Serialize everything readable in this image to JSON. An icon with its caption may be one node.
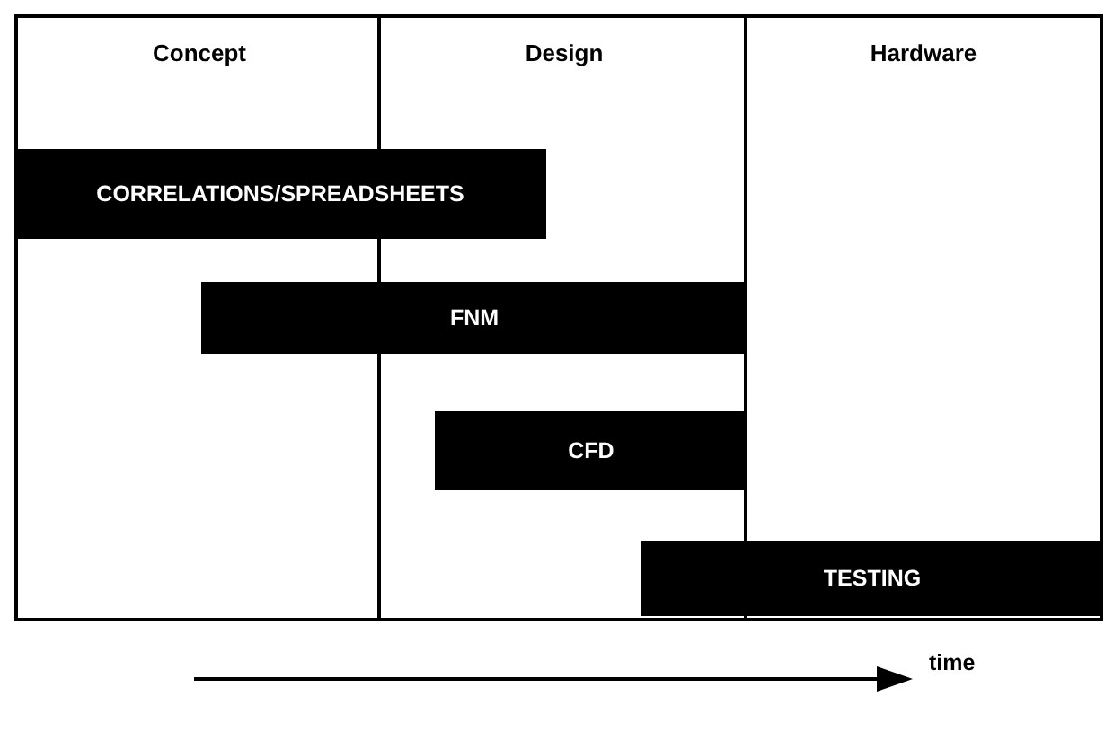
{
  "diagram": {
    "nodes": [
      {
        "text": [
          "Concept"
        ]
      },
      {
        "text": [
          "Design"
        ]
      },
      {
        "text": [
          "Hardware"
        ]
      },
      {
        "text": [
          "CORRELATIONS/SPREADSHEETS"
        ]
      },
      {
        "text": [
          "FNM"
        ]
      },
      {
        "text": [
          "CFD"
        ],
        "in": 1
      },
      {
        "text": [
          "TESTING"
        ]
      }
    ],
    "edges": [],
    "labels": [
      "time"
    ]
  }
}
